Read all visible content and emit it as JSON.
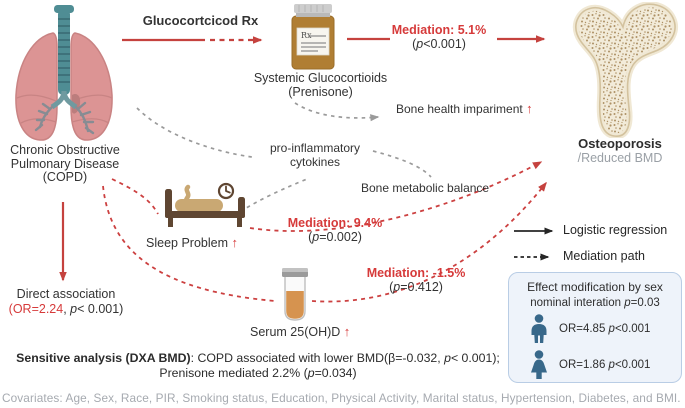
{
  "palette": {
    "red_text": "#d63a3a",
    "red_arrow": "#c5423e",
    "gray_dash": "#9a9a9a",
    "text_dark": "#333333",
    "muted_gray": "#a6aab0",
    "box_bg": "#eef3fa",
    "box_border": "#b9cde5",
    "person_blue": "#38688a",
    "lung_pink": "#dc9494",
    "trachea_teal": "#4f8d94",
    "bottle_amber": "#b07e33",
    "bone_tan": "#f2ebd9",
    "liquid_orange": "#d6934f"
  },
  "top": {
    "rx_label": "Glucocortcicod Rx"
  },
  "nodes": {
    "copd": {
      "lines": [
        "Chronic Obstructive",
        "Pulmonary Disease",
        "(COPD)"
      ]
    },
    "systemic": {
      "lines": [
        "Systemic Glucocortioids",
        "(Prenisone)"
      ]
    },
    "osteoporosis": {
      "title": "Osteoporosis",
      "subtitle": "/Reduced BMD"
    },
    "bone_health": {
      "segments": [
        {
          "t": "Bone health impariment ",
          "c": ""
        },
        {
          "t": "↑",
          "c": "red up"
        }
      ]
    },
    "cytokines": {
      "lines": [
        "pro-inflammatory",
        "cytokines"
      ]
    },
    "bone_metabolic": {
      "label": "Bone metabolic balance"
    },
    "sleep": {
      "segments": [
        {
          "t": "Sleep Problem ",
          "c": ""
        },
        {
          "t": "↑",
          "c": "red up"
        }
      ]
    },
    "serum": {
      "segments": [
        {
          "t": "Serum 25(OH)D ",
          "c": ""
        },
        {
          "t": "↑",
          "c": "red up"
        }
      ]
    }
  },
  "mediations": {
    "glucocorticoid": {
      "headline": "Mediation: 5.1%",
      "p_segments": [
        {
          "t": "(",
          "c": ""
        },
        {
          "t": "p",
          "c": "it"
        },
        {
          "t": "<0.001)",
          "c": ""
        }
      ]
    },
    "sleep": {
      "headline": "Mediation: 9.4%",
      "p_segments": [
        {
          "t": "(",
          "c": ""
        },
        {
          "t": "p",
          "c": "it"
        },
        {
          "t": "=0.002)",
          "c": ""
        }
      ]
    },
    "serum": {
      "headline": "Mediation: -1.5%",
      "p_segments": [
        {
          "t": "(",
          "c": ""
        },
        {
          "t": "p",
          "c": "it"
        },
        {
          "t": "=0.412)",
          "c": ""
        }
      ]
    }
  },
  "direct_association": {
    "label": "Direct association",
    "stat_segments": [
      {
        "t": "(",
        "c": "red"
      },
      {
        "t": "OR=2.24",
        "c": "red"
      },
      {
        "t": ", ",
        "c": ""
      },
      {
        "t": "p",
        "c": "it"
      },
      {
        "t": "< 0.001)",
        "c": ""
      }
    ]
  },
  "legend": {
    "logistic_label": "Logistic regression",
    "mediation_label": "Mediation path"
  },
  "effect_box": {
    "title": "Effect modification by sex",
    "subtitle_segments": [
      {
        "t": "nominal interation ",
        "c": ""
      },
      {
        "t": "p",
        "c": "it"
      },
      {
        "t": "=0.03",
        "c": ""
      }
    ],
    "male_segments": [
      {
        "t": "OR=4.85  ",
        "c": ""
      },
      {
        "t": "p",
        "c": "it"
      },
      {
        "t": "<0.001",
        "c": ""
      }
    ],
    "female_segments": [
      {
        "t": "OR=1.86  ",
        "c": ""
      },
      {
        "t": "p",
        "c": "it"
      },
      {
        "t": "<0.001",
        "c": ""
      }
    ]
  },
  "sensitivity": {
    "line1_segments": [
      {
        "t": "Sensitive analysis (DXA BMD)",
        "c": "b"
      },
      {
        "t": ": COPD associated with lower BMD(β=-0.032, ",
        "c": ""
      },
      {
        "t": "p",
        "c": "it"
      },
      {
        "t": "< 0.001);",
        "c": ""
      }
    ],
    "line2_segments": [
      {
        "t": "Prenisone mediated 2.2% (",
        "c": ""
      },
      {
        "t": "p",
        "c": "it"
      },
      {
        "t": "=0.034)",
        "c": ""
      }
    ]
  },
  "covariates": "Covariates:  Age, Sex, Race, PIR, Smoking status, Education, Physical Activity, Marital status, Hypertension, Diabetes, and BMI.",
  "icons": {
    "pill_bottle_label": "Rx"
  }
}
